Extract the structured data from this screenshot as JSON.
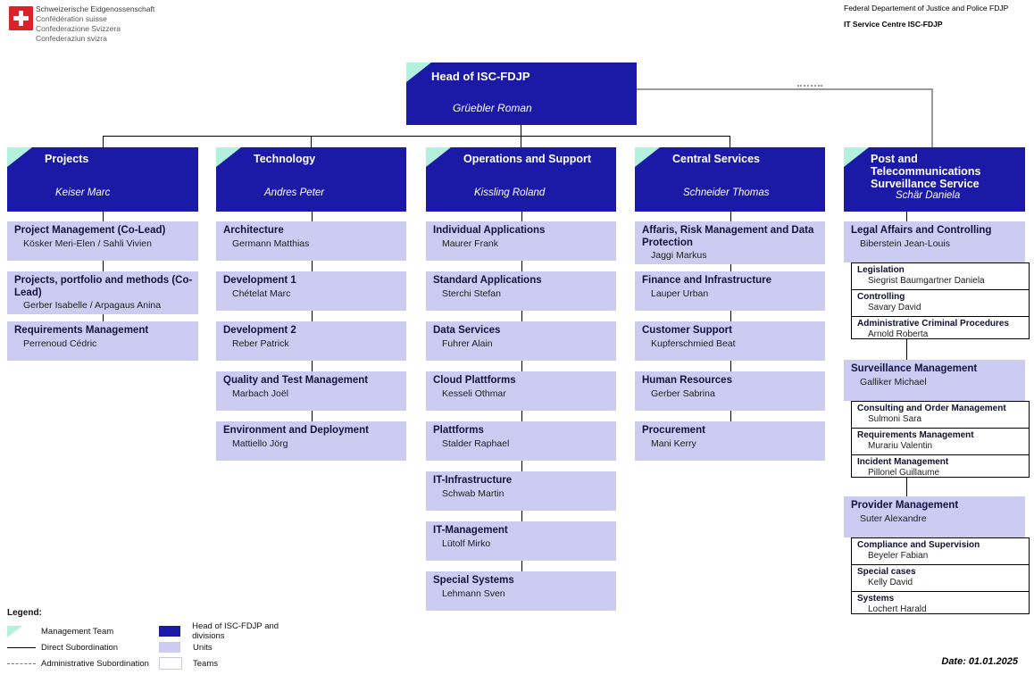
{
  "header": {
    "logo_lines": [
      "Schweizerische Eidgenossenschaft",
      "Confédération suisse",
      "Confederazione Svizzera",
      "Confederaziun svizra"
    ],
    "dept_line1": "Federal Departement of Justice and Police FDJP",
    "dept_line2": "IT Service Centre ISC-FDJP"
  },
  "head": {
    "title": "Head of ISC-FDJP",
    "name": "Grüebler Roman"
  },
  "divisions": [
    {
      "title": "Projects",
      "name": "Keiser Marc",
      "units": [
        {
          "title": "Project Management (Co-Lead)",
          "name": "Kösker Meri-Elen / Sahli Vivien"
        },
        {
          "title": "Projects, portfolio and methods (Co-Lead)",
          "name": "Gerber Isabelle / Arpagaus Anina"
        },
        {
          "title": "Requirements Management",
          "name": "Perrenoud Cédric"
        }
      ]
    },
    {
      "title": "Technology",
      "name": "Andres Peter",
      "units": [
        {
          "title": "Architecture",
          "name": "Germann Matthias"
        },
        {
          "title": "Development 1",
          "name": "Chételat Marc"
        },
        {
          "title": "Development 2",
          "name": "Reber Patrick"
        },
        {
          "title": "Quality and Test Management",
          "name": "Marbach Joël"
        },
        {
          "title": "Environment and Deployment",
          "name": "Mattiello Jörg"
        }
      ]
    },
    {
      "title": "Operations and Support",
      "name": "Kissling Roland",
      "units": [
        {
          "title": "Individual Applications",
          "name": "Maurer Frank"
        },
        {
          "title": "Standard Applications",
          "name": "Sterchi Stefan"
        },
        {
          "title": "Data Services",
          "name": "Fuhrer Alain"
        },
        {
          "title": "Cloud Plattforms",
          "name": "Kesseli Othmar"
        },
        {
          "title": "Plattforms",
          "name": "Stalder Raphael"
        },
        {
          "title": "IT-Infrastructure",
          "name": "Schwab Martin"
        },
        {
          "title": "IT-Management",
          "name": "Lütolf Mirko"
        },
        {
          "title": "Special Systems",
          "name": "Lehmann Sven"
        }
      ]
    },
    {
      "title": "Central Services",
      "name": "Schneider Thomas",
      "units": [
        {
          "title": "Affaris, Risk Management and Data Protection",
          "name": "Jaggi Markus"
        },
        {
          "title": "Finance and Infrastructure",
          "name": "Lauper Urban"
        },
        {
          "title": "Customer Support",
          "name": "Kupferschmied Beat"
        },
        {
          "title": "Human Resources",
          "name": "Gerber Sabrina"
        },
        {
          "title": "Procurement",
          "name": "Mani Kerry"
        }
      ]
    },
    {
      "title": "Post and Telecommunications Surveillance Service",
      "name": "Schär Daniela",
      "groups": [
        {
          "unit": {
            "title": "Legal Affairs and Controlling",
            "name": "Biberstein Jean-Louis"
          },
          "teams": [
            {
              "title": "Legislation",
              "name": "Siegrist Baumgartner Daniela"
            },
            {
              "title": "Controlling",
              "name": "Savary David"
            },
            {
              "title": "Administrative Criminal Procedures",
              "name": "Arnold Roberta"
            }
          ]
        },
        {
          "unit": {
            "title": "Surveillance Management",
            "name": "Galliker Michael"
          },
          "teams": [
            {
              "title": "Consulting and Order Management",
              "name": "Sulmoni Sara"
            },
            {
              "title": "Requirements Management",
              "name": "Murariu Valentin"
            },
            {
              "title": "Incident Management",
              "name": "Pillonel Guillaume"
            }
          ]
        },
        {
          "unit": {
            "title": "Provider Management",
            "name": "Suter Alexandre"
          },
          "teams": [
            {
              "title": "Compliance and Supervision",
              "name": "Beyeler Fabian"
            },
            {
              "title": "Special cases",
              "name": "Kelly David"
            },
            {
              "title": "Systems",
              "name": "Lochert Harald"
            }
          ]
        }
      ]
    }
  ],
  "legend": {
    "title": "Legend:",
    "management_team": "Management Team",
    "direct_subordination": "Direct Subordination",
    "administrative_subordination": "Administrative Subordination",
    "head_divisions": "Head of ISC-FDJP and divisions",
    "units": "Units",
    "teams": "Teams"
  },
  "date_label": "Date: 01.01.2025",
  "colors": {
    "division_blue": "#1b1aa7",
    "unit_purple": "#ccccf2",
    "management_mint": "#b2f1de",
    "admin_line_gray": "#9a9a9a",
    "swiss_red": "#d8232a"
  }
}
